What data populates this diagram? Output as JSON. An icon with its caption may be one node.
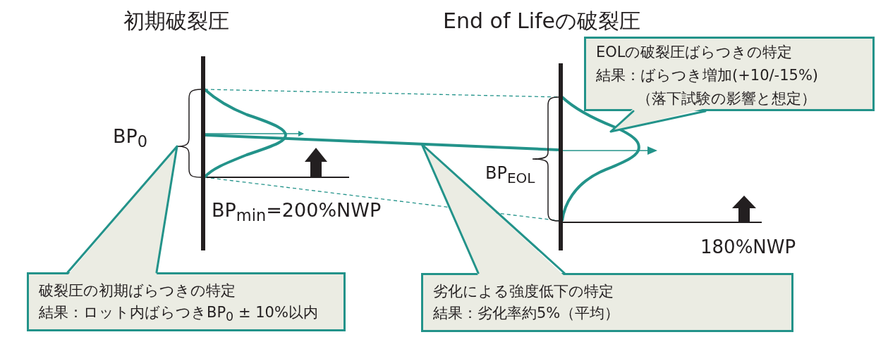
{
  "diagram": {
    "nodes": [
      {
        "text": [
          "破裂圧の初期ばらつきの特定",
          "結果：ロット内ばらつきBP$_{0}$ ± 10%以内"
        ]
      },
      {
        "text": [
          "劣化による強度低下の特定",
          "結果：劣化率約5%（平均）"
        ]
      },
      {
        "text": [
          "EOLの破裂圧ばらつきの特定",
          "結果：ばらつき増加(+10/-15%)",
          "（落下試験の影響と想定）"
        ]
      },
      {
        "text": [],
        "shape": "brace"
      },
      {
        "text": [],
        "shape": "line"
      },
      {
        "text": [],
        "shape": "curve"
      }
    ],
    "edges": [
      {
        "from": 0,
        "to": 3,
        "arrow": "none"
      },
      {
        "from": 1,
        "to": 4,
        "arrow": "none"
      },
      {
        "from": 2,
        "to": 5,
        "arrow": "none"
      }
    ],
    "labels": [
      "初期破裂圧",
      "End of Lifeの破裂圧",
      "BP$_{0}$",
      "BP$_{min}$=200%NWP",
      "BP$_{EOL}$",
      "180%NWP"
    ]
  }
}
